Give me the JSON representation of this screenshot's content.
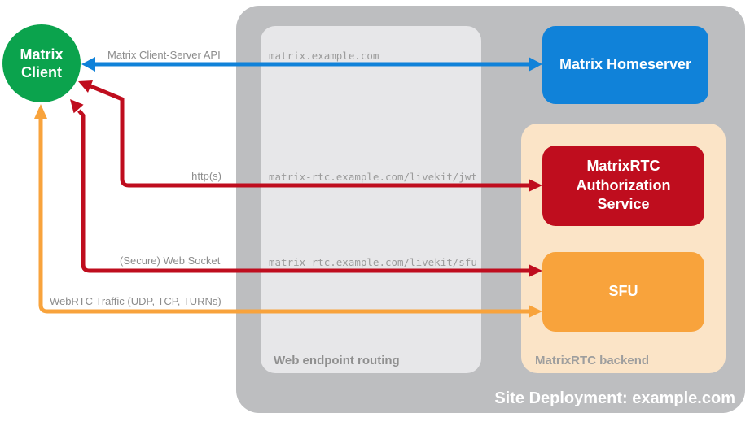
{
  "client": {
    "label": "Matrix Client"
  },
  "homeserver": {
    "label": "Matrix Homeserver"
  },
  "auth_service": {
    "label": "MatrixRTC Authorization Service"
  },
  "sfu": {
    "label": "SFU"
  },
  "routing": {
    "label": "Web endpoint routing"
  },
  "backend": {
    "label": "MatrixRTC backend"
  },
  "deployment": {
    "label": "Site Deployment: example.com"
  },
  "connections": {
    "client_server_api": {
      "label": "Matrix Client-Server API",
      "endpoint": "matrix.example.com"
    },
    "https": {
      "label": "http(s)",
      "endpoint": "matrix-rtc.example.com/livekit/jwt"
    },
    "websocket": {
      "label": "(Secure) Web Socket",
      "endpoint": "matrix-rtc.example.com/livekit/sfu"
    },
    "webrtc": {
      "label": "WebRTC Traffic (UDP, TCP, TURNs)"
    }
  },
  "colors": {
    "client_green": "#0ba34d",
    "homeserver_blue": "#1082d9",
    "auth_red": "#bf0d1e",
    "sfu_orange": "#f8a33c",
    "backend_peach": "#fbe4c7",
    "container_gray": "#bdbec0",
    "routing_panel_gray": "#e7e7e9",
    "label_gray": "#8c8c8c"
  }
}
